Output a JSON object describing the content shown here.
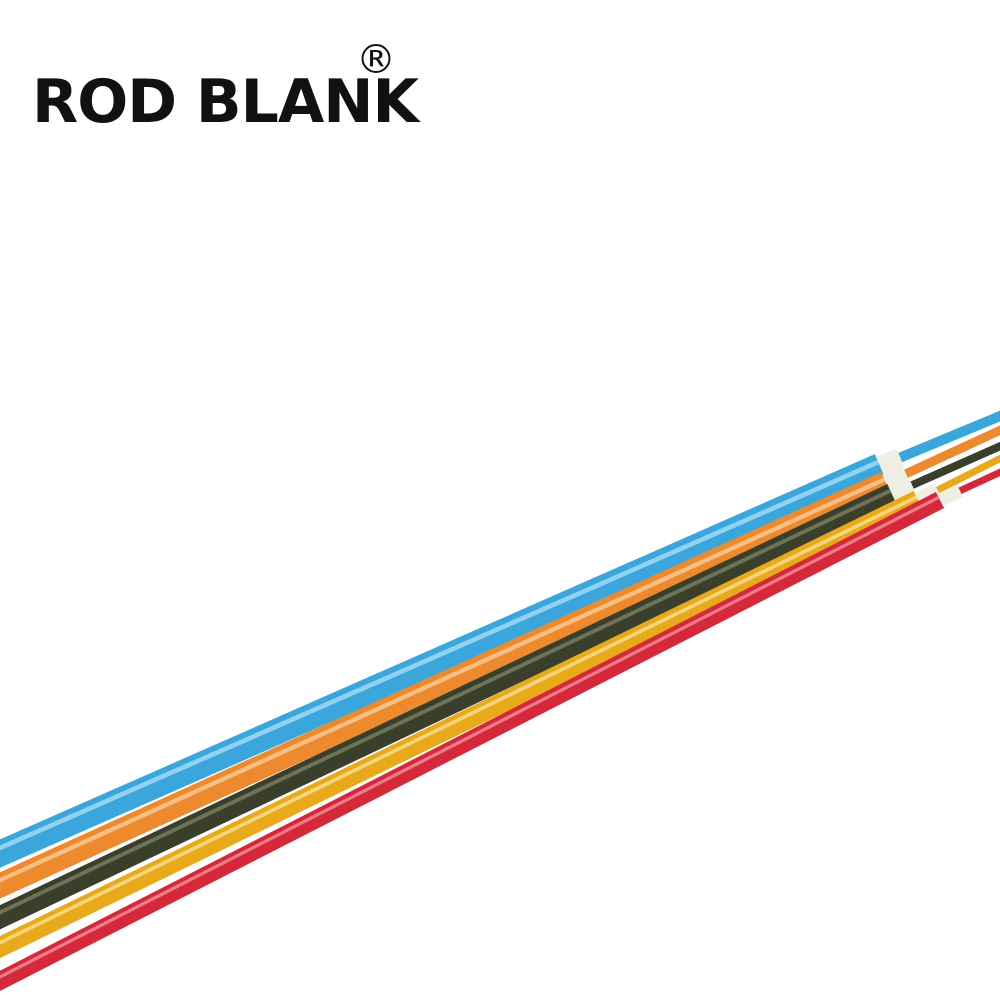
{
  "brand": {
    "name": "ROD BLANK",
    "registered_mark": "®"
  },
  "rods": [
    {
      "color": "blue",
      "hex": "#3aa6dc",
      "highlight": "#8fd2f2"
    },
    {
      "color": "orange",
      "hex": "#ee8a2e",
      "highlight": "#f8bf85"
    },
    {
      "color": "dark-olive",
      "hex": "#3a3f2c",
      "highlight": "#6d7356"
    },
    {
      "color": "yellow",
      "hex": "#e8a91a",
      "highlight": "#f6d67c"
    },
    {
      "color": "red",
      "hex": "#d5283a",
      "highlight": "#ef7d88"
    }
  ]
}
